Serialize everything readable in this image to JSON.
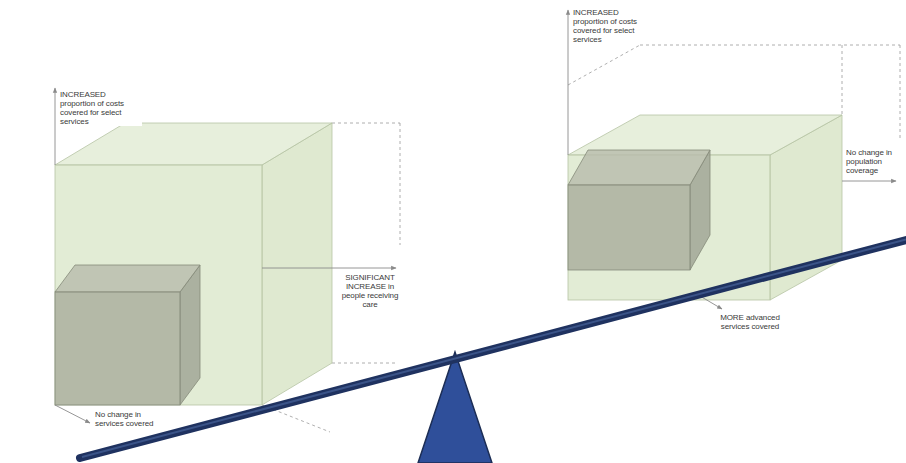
{
  "diagram": {
    "labels": [
      "INCREASED proportion of costs covered for select services",
      "SIGNIFICANT INCREASE in people receiving care",
      "No change in services covered",
      "INCREASED proportion of costs covered for select services",
      "No change in population coverage",
      "MORE advanced services covered"
    ]
  }
}
